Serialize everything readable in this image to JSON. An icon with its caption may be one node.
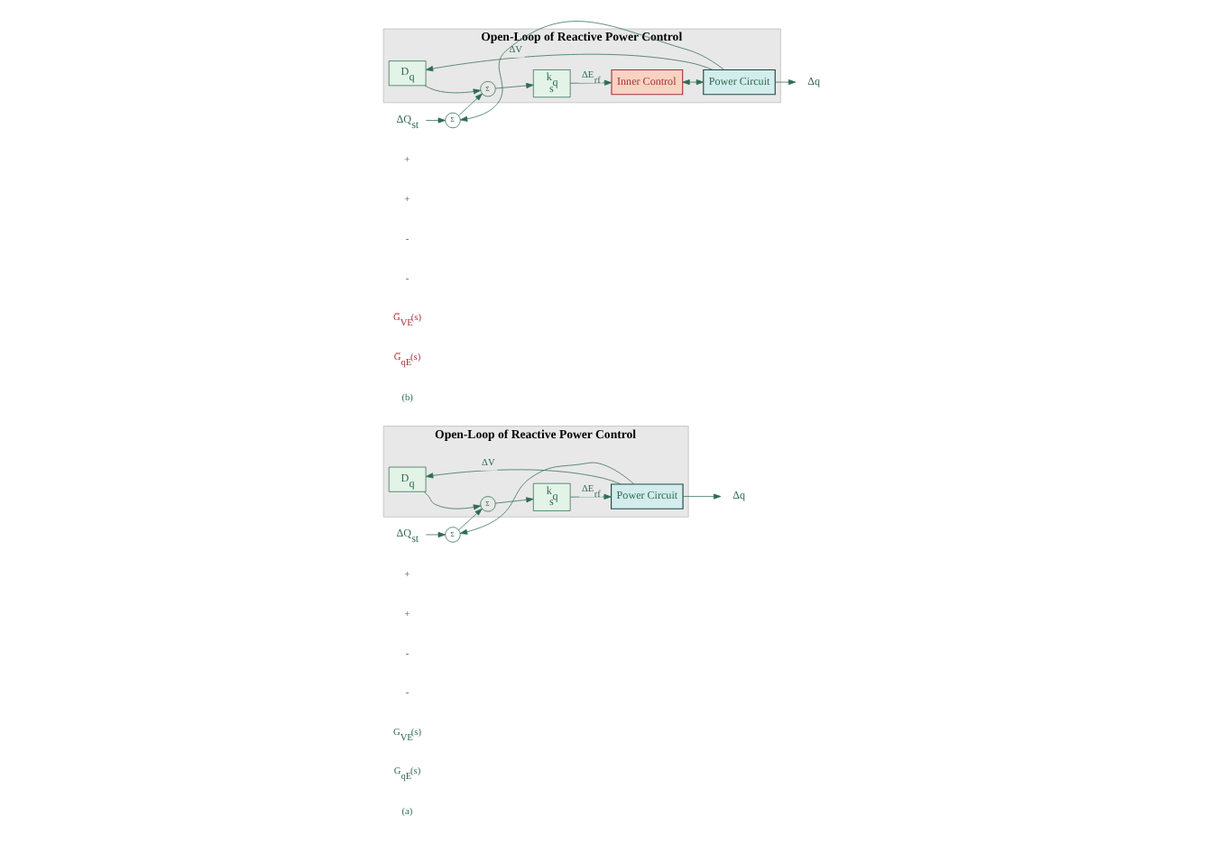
{
  "diagram": {
    "nodes": [
      {
        "text": [
          "Open-Loop of Reactive Power Control"
        ]
      },
      {
        "text": [
          "ΔQ$_{st}$"
        ]
      },
      {
        "text": [
          "Σ"
        ]
      },
      {
        "text": [
          "Σ"
        ],
        "in": 0
      },
      {
        "text": [
          "D$_{q}$"
        ],
        "in": 0
      },
      {
        "text": [
          "k$_{q}$",
          "s"
        ],
        "in": 0
      },
      {
        "text": [
          "Power Circuit"
        ],
        "in": 0
      },
      {
        "text": [
          "Δq"
        ]
      },
      {
        "text": [
          "Open-Loop of Reactive Power Control"
        ]
      },
      {
        "text": [
          "ΔQ$_{st}$"
        ]
      },
      {
        "text": [
          "Σ"
        ]
      },
      {
        "text": [
          "Σ"
        ],
        "in": 8
      },
      {
        "text": [
          "D$_{q}$"
        ],
        "in": 8
      },
      {
        "text": [
          "k$_{q}$",
          "s"
        ],
        "in": 8
      },
      {
        "text": [
          "Inner Control"
        ],
        "in": 8
      },
      {
        "text": [
          "Power Circuit"
        ],
        "in": 8
      },
      {
        "text": [
          "Δq"
        ]
      }
    ],
    "edges": [
      {
        "from": 1,
        "to": 2,
        "arrow": "to"
      },
      {
        "from": 2,
        "to": 3,
        "arrow": "to"
      },
      {
        "from": 3,
        "to": 5,
        "arrow": "to"
      },
      {
        "from": 5,
        "to": 6,
        "arrow": "to",
        "label": "ΔE$_{rf}$"
      },
      {
        "from": 6,
        "to": 4,
        "arrow": "to",
        "label": "ΔV"
      },
      {
        "from": 4,
        "to": 3,
        "arrow": "to"
      },
      {
        "from": 6,
        "to": 7,
        "arrow": "to"
      },
      {
        "from": 6,
        "to": 2,
        "arrow": "to"
      },
      {
        "from": 9,
        "to": 10,
        "arrow": "to"
      },
      {
        "from": 10,
        "to": 11,
        "arrow": "to"
      },
      {
        "from": 11,
        "to": 13,
        "arrow": "to"
      },
      {
        "from": 13,
        "to": 14,
        "arrow": "to",
        "label": "ΔE$_{rf}$"
      },
      {
        "from": 14,
        "to": 15,
        "arrow": "both"
      },
      {
        "from": 15,
        "to": 12,
        "arrow": "to",
        "label": "ΔV"
      },
      {
        "from": 12,
        "to": 11,
        "arrow": "to"
      },
      {
        "from": 15,
        "to": 16,
        "arrow": "to"
      },
      {
        "from": 15,
        "to": 10,
        "arrow": "to"
      }
    ],
    "labels": [
      "+",
      "+",
      "-",
      "-",
      "G$_{VE}$(s)",
      "G$_{qE}$(s)",
      "(a)",
      "+",
      "+",
      "-",
      "-",
      "G̅$_{VE}$(s)",
      "G̅$_{qE}$(s)",
      "(b)"
    ]
  }
}
